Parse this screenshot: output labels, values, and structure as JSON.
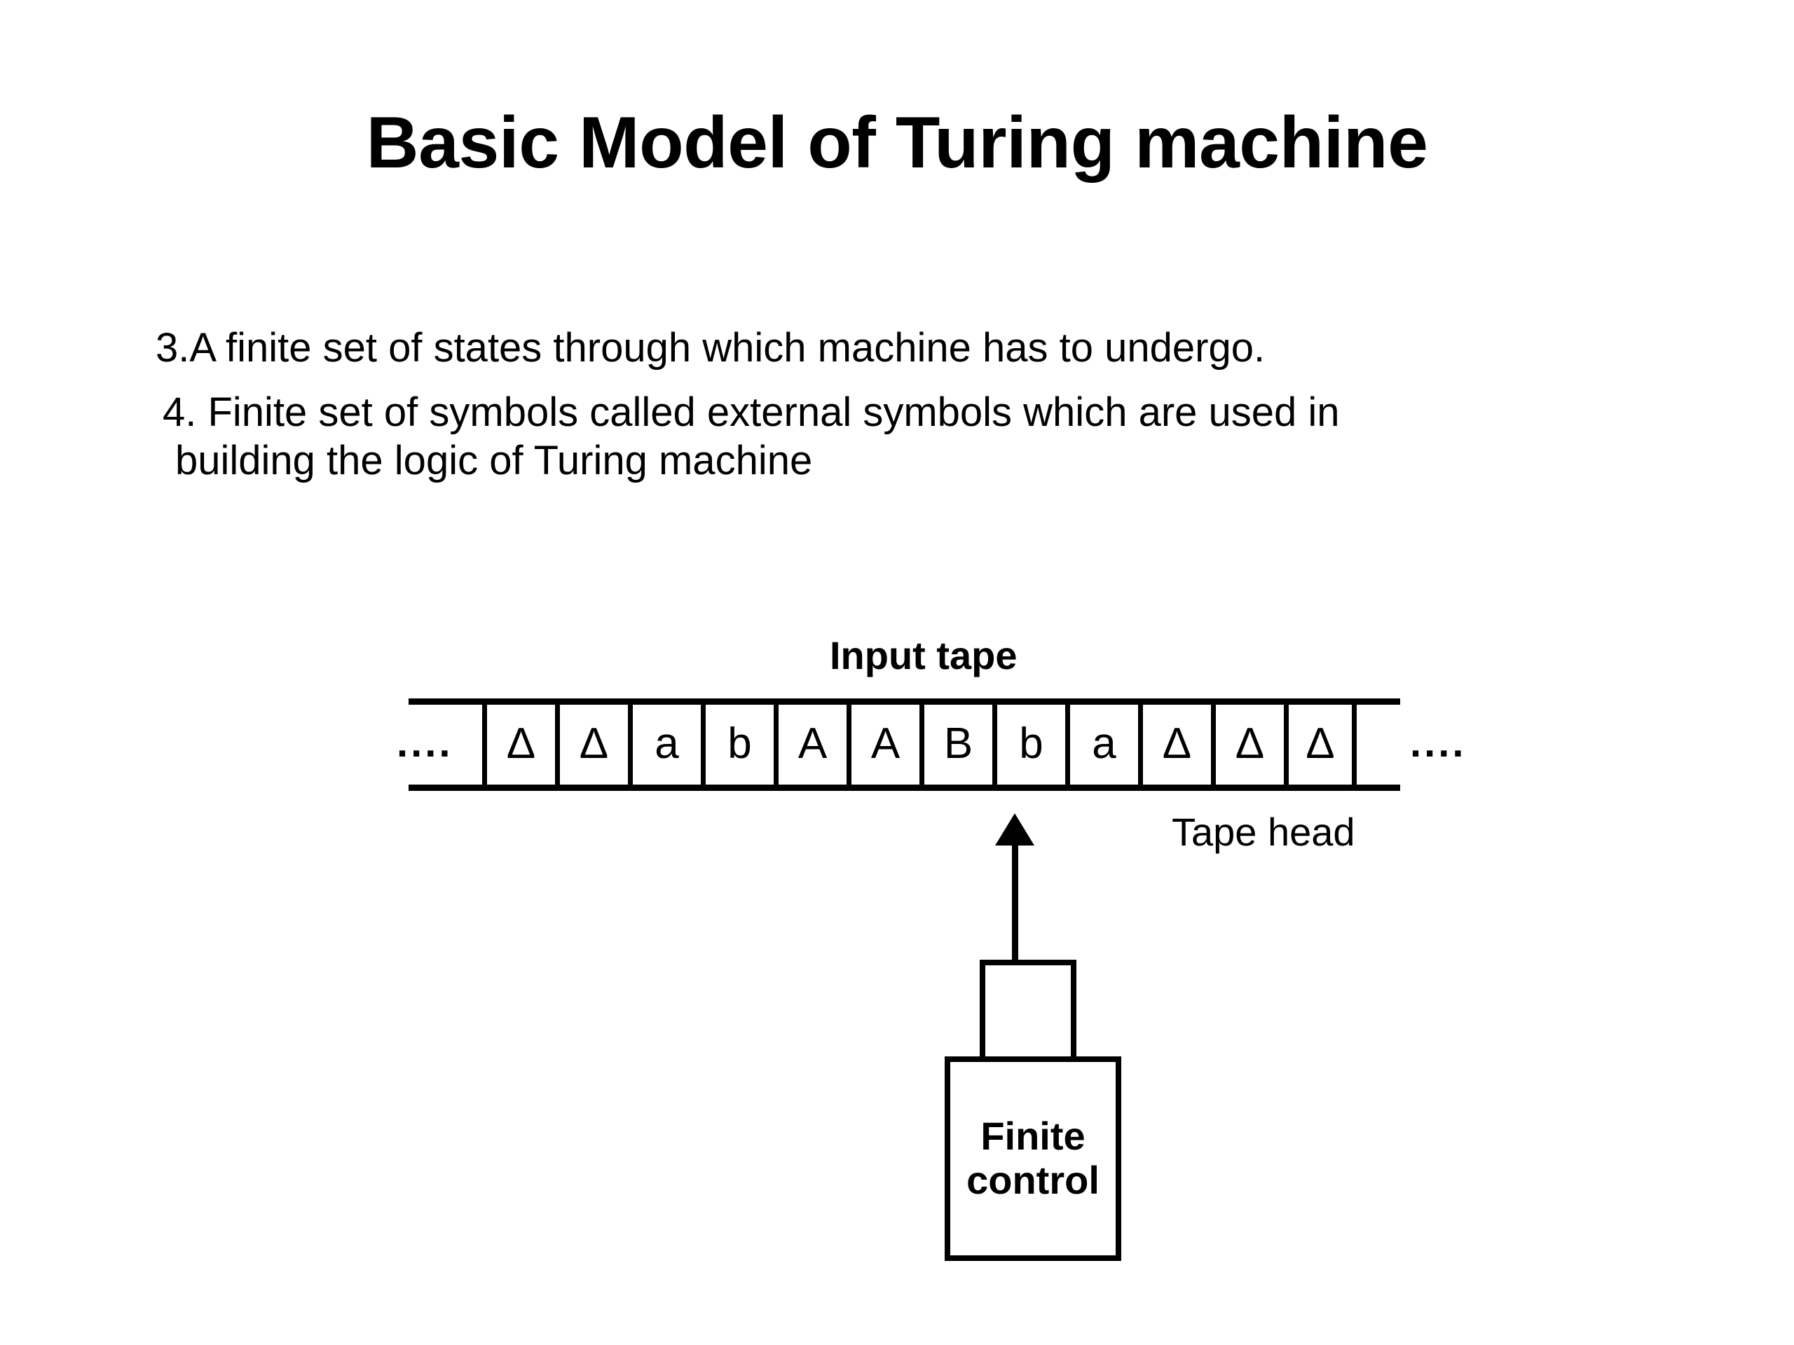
{
  "slide": {
    "title": "Basic Model of Turing machine",
    "body": [
      "3.A finite set of states through which machine has to undergo.",
      "4. Finite set of symbols called external symbols which are used in",
      "building the logic of Turing machine"
    ]
  },
  "diagram": {
    "input_tape_label": "Input tape",
    "tape_head_label": "Tape head",
    "left_ellipsis": "....",
    "right_ellipsis": "....",
    "tape_cells": [
      "Δ",
      "Δ",
      "a",
      "b",
      "A",
      "A",
      "B",
      "b",
      "a",
      "Δ",
      "Δ",
      "Δ"
    ],
    "head_position_index": 7,
    "finite_control": {
      "line1": "Finite",
      "line2": "control"
    }
  },
  "colors": {
    "background": "#ffffff",
    "ink": "#000000"
  }
}
